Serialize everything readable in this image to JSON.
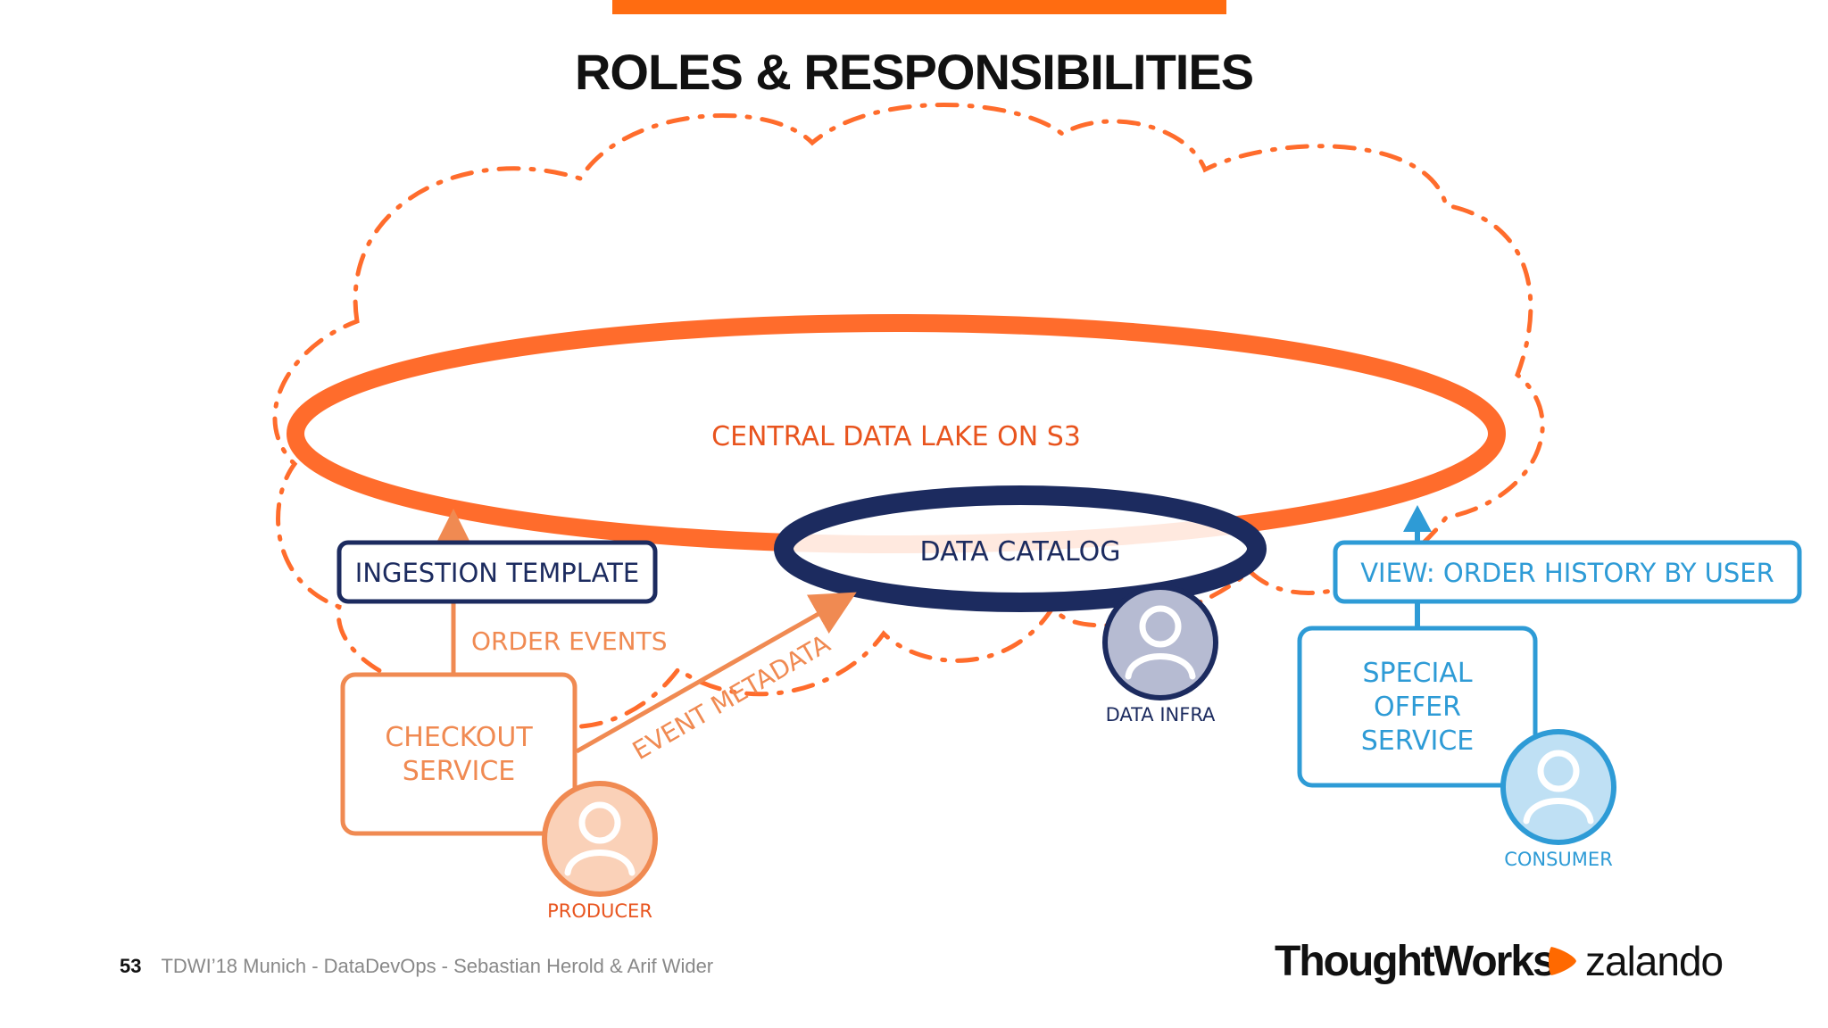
{
  "title": "ROLES & RESPONSIBILITIES",
  "colors": {
    "orange": "#FF6C2C",
    "navy": "#1C2B5F",
    "blue": "#2E9BD6",
    "light_orange": "#F08A52",
    "dark_text_orange": "#E8541E"
  },
  "nodes": {
    "data_lake": "CENTRAL DATA LAKE ON S3",
    "data_catalog": "DATA CATALOG",
    "ingestion_template": "INGESTION TEMPLATE",
    "view_order_history": "VIEW: ORDER HISTORY BY USER",
    "checkout_service": [
      "CHECKOUT",
      "SERVICE"
    ],
    "special_offer_service": [
      "SPECIAL",
      "OFFER",
      "SERVICE"
    ]
  },
  "edges": {
    "order_events": "ORDER EVENTS",
    "event_metadata": "EVENT METADATA"
  },
  "roles": {
    "producer": "PRODUCER",
    "data_infra": "DATA INFRA",
    "consumer": "CONSUMER"
  },
  "icons": [
    "user-avatar-icon",
    "arrow-head-icon",
    "zalando-mark-icon"
  ],
  "footer": {
    "page_number": "53",
    "text": "TDWI’18 Munich - DataDevOps - Sebastian Herold & Arif Wider"
  },
  "logos": {
    "thoughtworks": "ThoughtWorks",
    "zalando": "zalando"
  }
}
